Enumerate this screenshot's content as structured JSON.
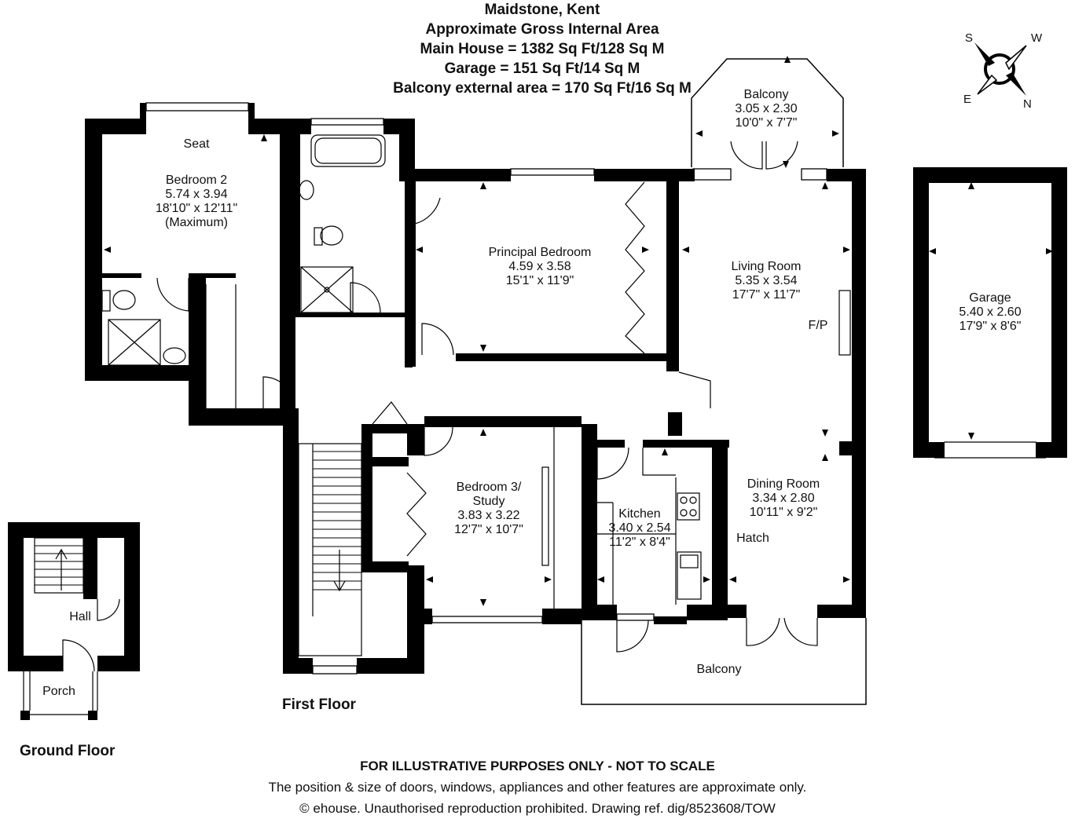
{
  "header": {
    "location": "Maidstone, Kent",
    "area_title": "Approximate Gross Internal Area",
    "main_house": "Main House = 1382 Sq Ft/128 Sq M",
    "garage": "Garage = 151 Sq Ft/14 Sq M",
    "balcony": "Balcony external area = 170 Sq Ft/16 Sq M"
  },
  "compass": {
    "s": "S",
    "w": "W",
    "e": "E",
    "n": "N"
  },
  "rooms": {
    "bedroom2": {
      "seat": "Seat",
      "name": "Bedroom 2",
      "metric": "5.74 x 3.94",
      "imperial": "18'10\" x 12'11\"",
      "note": "(Maximum)"
    },
    "principal": {
      "name": "Principal Bedroom",
      "metric": "4.59 x 3.58",
      "imperial": "15'1\" x 11'9\""
    },
    "balcony_top": {
      "name": "Balcony",
      "metric": "3.05 x 2.30",
      "imperial": "10'0\" x 7'7\""
    },
    "living": {
      "name": "Living Room",
      "metric": "5.35 x 3.54",
      "imperial": "17'7\" x 11'7\"",
      "fp": "F/P"
    },
    "garage": {
      "name": "Garage",
      "metric": "5.40 x 2.60",
      "imperial": "17'9\" x 8'6\""
    },
    "bedroom3": {
      "name1": "Bedroom 3/",
      "name2": "Study",
      "metric": "3.83 x 3.22",
      "imperial": "12'7\" x 10'7\""
    },
    "kitchen": {
      "name": "Kitchen",
      "metric": "3.40 x 2.54",
      "imperial": "11'2\" x 8'4\""
    },
    "dining": {
      "name": "Dining Room",
      "metric": "3.34 x 2.80",
      "imperial": "10'11\" x 9'2\"",
      "hatch": "Hatch"
    },
    "balcony_bottom": {
      "name": "Balcony"
    },
    "hall": {
      "name": "Hall"
    },
    "porch": {
      "name": "Porch"
    }
  },
  "floors": {
    "first": "First Floor",
    "ground": "Ground Floor"
  },
  "footer": {
    "disclaimer": "FOR ILLUSTRATIVE PURPOSES ONLY - NOT TO SCALE",
    "note": "The position & size of doors, windows, appliances and other features are approximate only.",
    "copyright": "© ehouse. Unauthorised reproduction prohibited. Drawing ref. dig/8523608/TOW"
  }
}
